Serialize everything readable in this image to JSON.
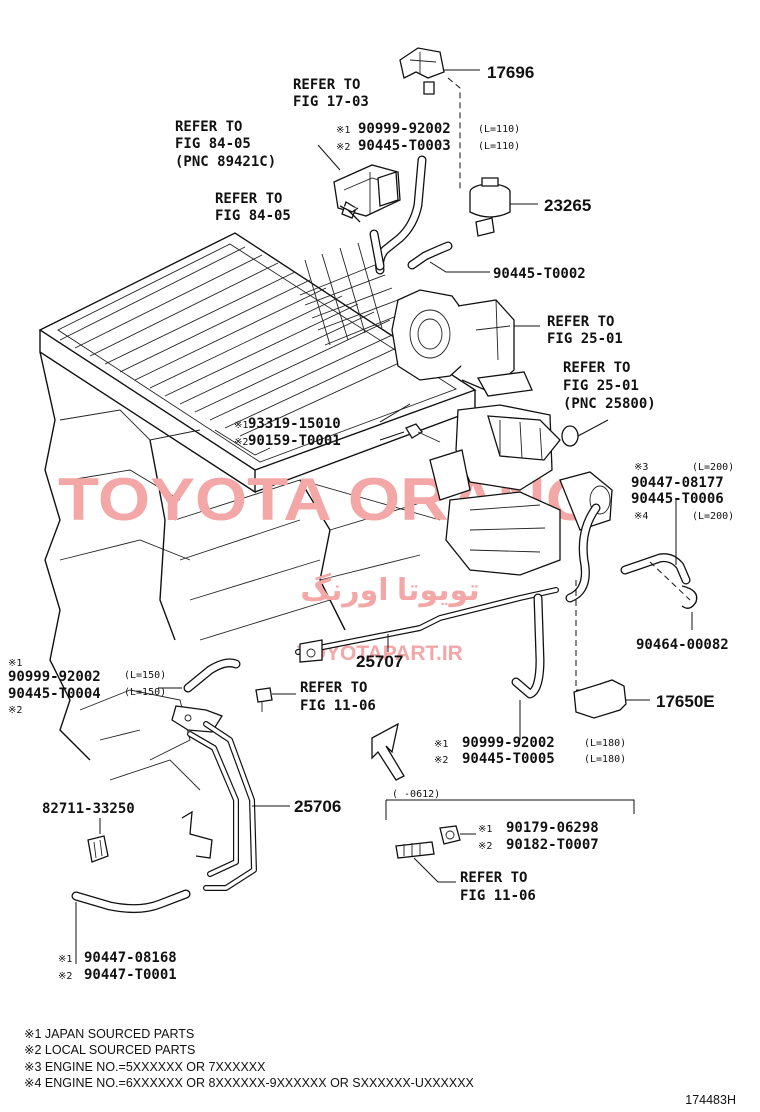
{
  "diagram": {
    "figure_number": "174483H",
    "watermark": {
      "en": "TOYOTA ORANG",
      "fa": "تویوتا اورنگ",
      "site": "TOYOTAPART.IR"
    },
    "callouts": {
      "p17696": "17696",
      "ref_fig17": {
        "line1": "REFER TO",
        "line2": "FIG 17-03"
      },
      "ref_fig84a": {
        "line1": "REFER TO",
        "line2": "FIG 84-05",
        "line3": "(PNC 89421C)"
      },
      "ref_fig84b": {
        "line1": "REFER TO",
        "line2": "FIG 84-05"
      },
      "hose_top": {
        "mark1": "※1",
        "part1": "90999-92002",
        "len1": "(L=110)",
        "mark2": "※2",
        "part2": "90445-T0003",
        "len2": "(L=110)"
      },
      "p23265": "23265",
      "p90445_t0002": "90445-T0002",
      "ref_fig25a": {
        "line1": "REFER TO",
        "line2": "FIG 25-01"
      },
      "ref_fig25b": {
        "line1": "REFER TO",
        "line2": "FIG 25-01",
        "line3": "(PNC 25800)"
      },
      "bolt_mid": {
        "mark1": "※1",
        "part1": "93319-15010",
        "mark2": "※2",
        "part2": "90159-T0001"
      },
      "hose_right": {
        "mark3": "※3",
        "len1": "(L=200)",
        "part1": "90447-08177",
        "part2": "90445-T0006",
        "mark4": "※4",
        "len2": "(L=200)"
      },
      "p90464": "90464-00082",
      "p25707": "25707",
      "hose_left": {
        "mark1": "※1",
        "part1": "90999-92002",
        "len1": "(L=150)",
        "part2": "90445-T0004",
        "len2": "(L=150)",
        "mark2": "※2"
      },
      "ref_fig11a": {
        "line1": "REFER TO",
        "line2": "FIG 11-06"
      },
      "p17650e": "17650E",
      "hose_bottom": {
        "mark1": "※1",
        "part1": "90999-92002",
        "len1": "(L=180)",
        "mark2": "※2",
        "part2": "90445-T0005",
        "len2": "(L=180)"
      },
      "p25706": "25706",
      "p82711": "82711-33250",
      "range_note": "(     -0612)",
      "nut": {
        "mark1": "※1",
        "part1": "90179-06298",
        "mark2": "※2",
        "part2": "90182-T0007"
      },
      "ref_fig11b": {
        "line1": "REFER TO",
        "line2": "FIG 11-06"
      },
      "hose_lower": {
        "mark1": "※1",
        "part1": "90447-08168",
        "mark2": "※2",
        "part2": "90447-T0001"
      }
    },
    "notes": [
      "※1 JAPAN SOURCED PARTS",
      "※2 LOCAL SOURCED PARTS",
      "※3 ENGINE NO.=5XXXXXX OR 7XXXXXX",
      "※4 ENGINE NO.=6XXXXXX OR 8XXXXXX-9XXXXXX OR SXXXXXX-UXXXXXX"
    ]
  }
}
